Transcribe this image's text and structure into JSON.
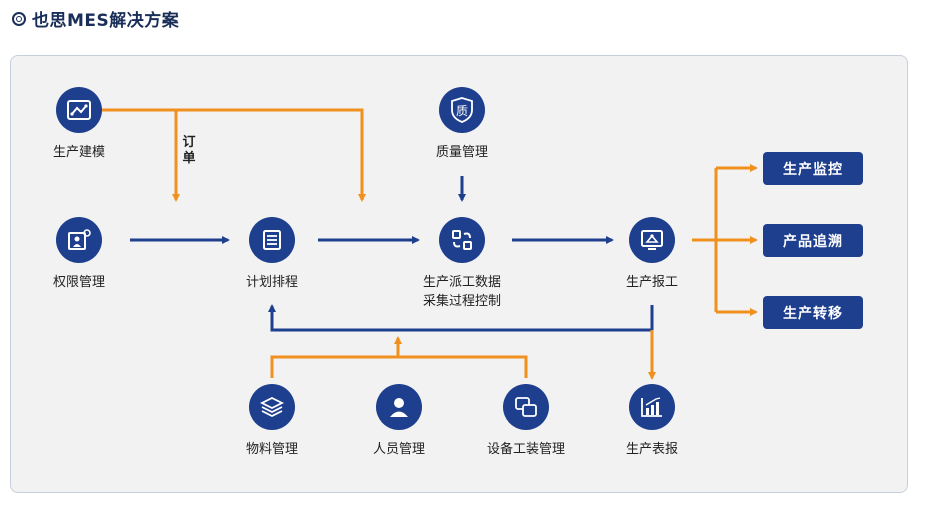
{
  "title": "也思MES解决方案",
  "order_label": [
    "订",
    "单"
  ],
  "nodes": {
    "model": "生产建模",
    "permission": "权限管理",
    "schedule": "计划排程",
    "quality": "质量管理",
    "dispatch_line1": "生产派工数据",
    "dispatch_line2": "采集过程控制",
    "report": "生产报工",
    "material": "物料管理",
    "personnel": "人员管理",
    "equipment": "设备工装管理",
    "report_table": "生产表报"
  },
  "quality_glyph": "质",
  "outputs": {
    "monitor": "生产监控",
    "trace": "产品追溯",
    "transfer": "生产转移"
  },
  "colors": {
    "blue": "#1e3f8e",
    "orange": "#f0901e"
  }
}
